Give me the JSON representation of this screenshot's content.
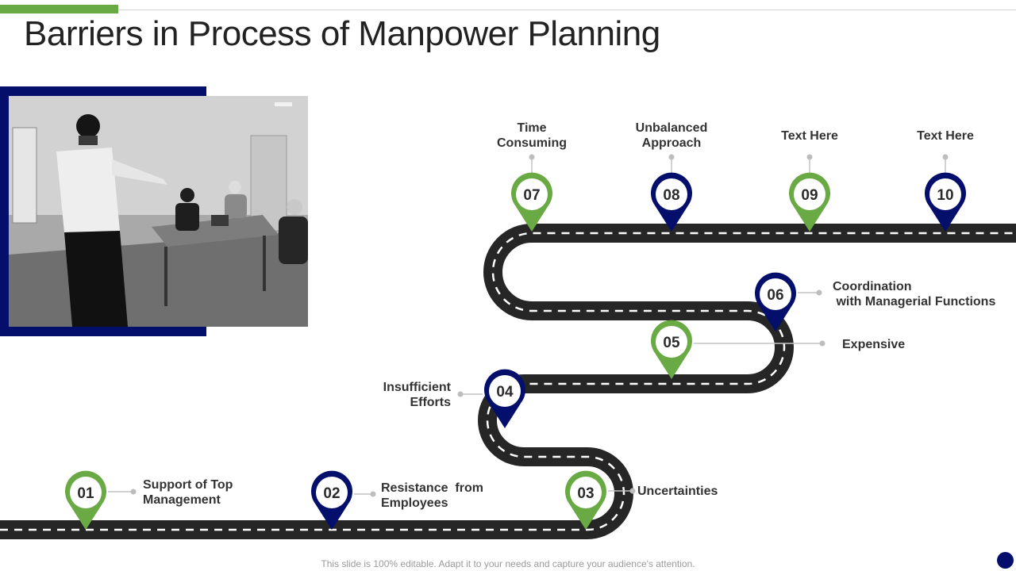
{
  "title": "Barriers in Process of Manpower Planning",
  "footer": "This slide is 100% editable. Adapt it to your needs and capture your audience's attention.",
  "colors": {
    "green": "#6aaa45",
    "navy": "#030f6b",
    "road": "#262626",
    "text": "#333333"
  },
  "photo": {
    "icon": "meeting-photo"
  },
  "milestones": [
    {
      "num": "01",
      "lines": [
        "Support of Top",
        "Management"
      ]
    },
    {
      "num": "02",
      "lines": [
        "Resistance  from",
        "Employees"
      ]
    },
    {
      "num": "03",
      "lines": [
        "Uncertainties"
      ]
    },
    {
      "num": "04",
      "lines": [
        "Insufficient",
        "Efforts"
      ]
    },
    {
      "num": "05",
      "lines": [
        "Expensive"
      ]
    },
    {
      "num": "06",
      "lines": [
        "Coordination",
        " with Managerial Functions"
      ]
    },
    {
      "num": "07",
      "lines": [
        "Time",
        "Consuming"
      ]
    },
    {
      "num": "08",
      "lines": [
        "Unbalanced",
        "Approach"
      ]
    },
    {
      "num": "09",
      "lines": [
        "Text Here"
      ]
    },
    {
      "num": "10",
      "lines": [
        "Text Here"
      ]
    }
  ]
}
